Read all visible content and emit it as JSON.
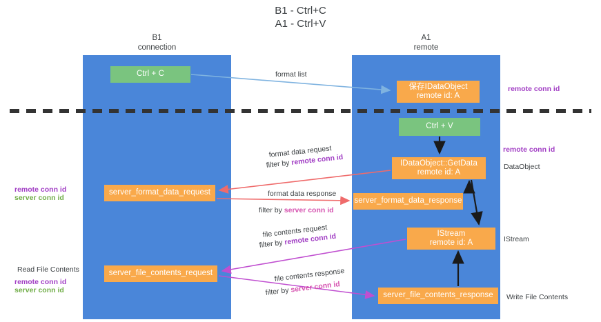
{
  "title": "B1 - Ctrl+C\nA1 - Ctrl+V",
  "lanes": [
    {
      "id": "b1",
      "header": "B1\nconnection",
      "color": "#4a86d9"
    },
    {
      "id": "a1",
      "header": "A1\nremote",
      "color": "#4a86d9"
    }
  ],
  "boxes": {
    "ctrl_c": "Ctrl + C",
    "save_idataobject": "保存IDataObject\nremote id: A",
    "ctrl_v": "Ctrl + V",
    "idataobject_getdata": "IDataObject::GetData\nremote id: A",
    "server_format_data_request": "server_format_data_request",
    "server_format_data_response": "server_format_data_response",
    "istream": "IStream\nremote id: A",
    "server_file_contents_request": "server_file_contents_request",
    "server_file_contents_response": "server_file_contents_response"
  },
  "arrow_labels": {
    "format_list": "format list",
    "format_data_request": "format data request",
    "format_data_request_filter_prefix": "filter by ",
    "format_data_request_filter_key": "remote conn id",
    "format_data_response": "format data response",
    "format_data_response_filter_prefix": "filter by ",
    "format_data_response_filter_key": "server conn id",
    "file_contents_request": "file contents request",
    "file_contents_request_filter_prefix": "filter by ",
    "file_contents_request_filter_key": "remote conn id",
    "file_contents_response": "file contents response",
    "file_contents_response_filter_prefix": "filter by ",
    "file_contents_response_filter_key": "server conn id"
  },
  "side_labels": {
    "right_remote_conn_id_top": "remote conn id",
    "right_remote_conn_id_mid": "remote conn id",
    "right_dataobject": "DataObject",
    "right_istream": "IStream",
    "right_write_file_contents": "Write File Contents",
    "left_remote_conn_id_mid": "remote conn id",
    "left_server_conn_id_mid": "server conn id",
    "left_read_file_contents": "Read File Contents",
    "left_remote_conn_id_bottom": "remote conn id",
    "left_server_conn_id_bottom": "server conn id"
  },
  "colors": {
    "lane": "#4a86d9",
    "green_box": "#7ac47f",
    "orange_box": "#f9a94b",
    "remote_conn_id": "#a13ec4",
    "server_conn_id_left": "#70ad47",
    "server_conn_id_arrow": "#d653b0",
    "arrow_blue": "#7fb3e0",
    "arrow_red": "#ef6b6b",
    "arrow_magenta": "#c04fd0",
    "arrow_black": "#1a1a1a",
    "text": "#3c4043"
  }
}
